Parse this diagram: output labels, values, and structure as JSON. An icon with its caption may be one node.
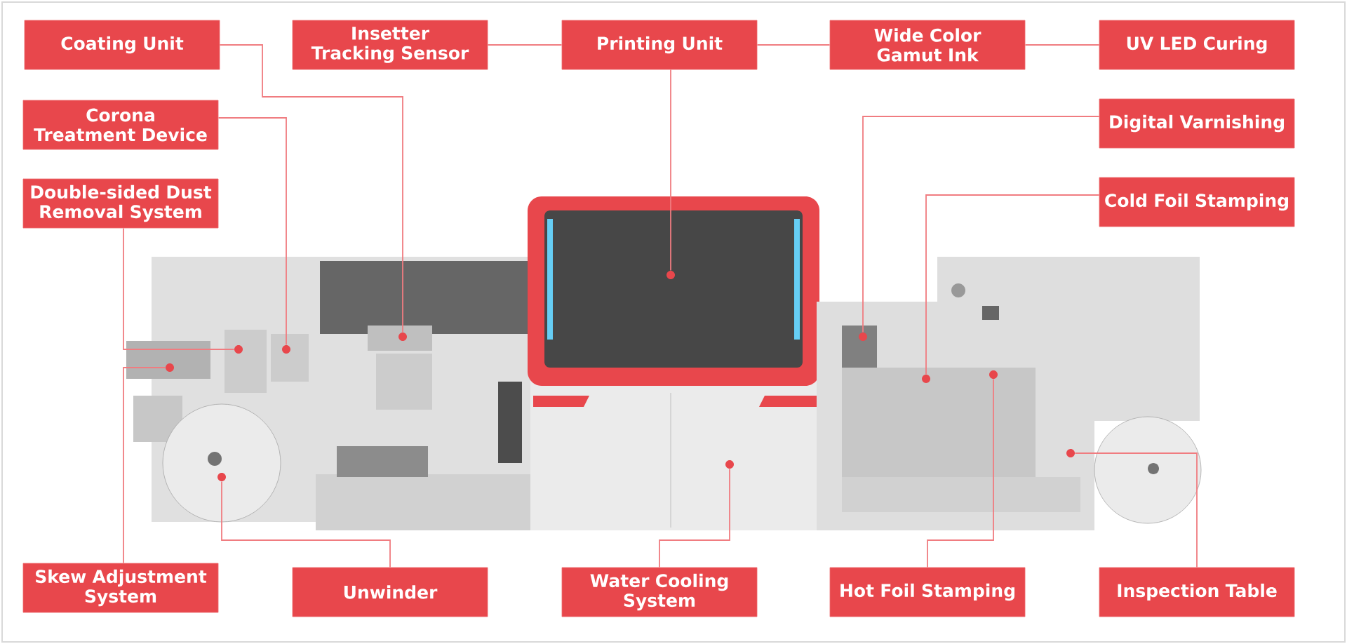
{
  "diagram": {
    "nodes": [
      {
        "text": [
          "Coating Unit"
        ]
      },
      {
        "text": [
          "Insetter Tracking Sensor"
        ]
      },
      {
        "text": [
          "Printing Unit"
        ]
      },
      {
        "text": [
          "Wide Color Gamut Ink"
        ]
      },
      {
        "text": [
          "UV LED Curing"
        ]
      },
      {
        "text": [
          "Corona Treatment Device"
        ]
      },
      {
        "text": [
          "Double-sided Dust Removal System"
        ]
      },
      {
        "text": [
          "Digital Varnishing"
        ]
      },
      {
        "text": [
          "Cold Foil Stamping"
        ]
      },
      {
        "text": [
          "Skew Adjustment System"
        ]
      },
      {
        "text": [
          "Unwinder"
        ]
      },
      {
        "text": [
          "Water Cooling System"
        ]
      },
      {
        "text": [
          "Hot Foil Stamping"
        ]
      },
      {
        "text": [
          "Inspection Table"
        ]
      },
      {
        "text": [],
        "shape": "circle"
      },
      {
        "text": [],
        "shape": "circle"
      },
      {
        "text": [],
        "shape": "circle"
      },
      {
        "text": [],
        "shape": "circle"
      },
      {
        "text": [],
        "shape": "circle"
      },
      {
        "text": [],
        "shape": "circle"
      },
      {
        "text": [],
        "shape": "circle"
      },
      {
        "text": [],
        "shape": "circle"
      },
      {
        "text": [],
        "shape": "circle"
      },
      {
        "text": [],
        "shape": "circle"
      },
      {
        "text": [],
        "shape": "circle"
      }
    ],
    "edges": [
      {
        "from": 0,
        "to": 18,
        "arrow": "none"
      },
      {
        "from": 1,
        "to": 2,
        "arrow": "none"
      },
      {
        "from": 2,
        "to": 3,
        "arrow": "none"
      },
      {
        "from": 3,
        "to": 4,
        "arrow": "none"
      },
      {
        "from": 2,
        "to": 19,
        "arrow": "none"
      },
      {
        "from": 5,
        "to": 17,
        "arrow": "none"
      },
      {
        "from": 6,
        "to": 16,
        "arrow": "none"
      },
      {
        "from": 7,
        "to": 21,
        "arrow": "none"
      },
      {
        "from": 8,
        "to": 22,
        "arrow": "none"
      },
      {
        "from": 9,
        "to": 14,
        "arrow": "none"
      },
      {
        "from": 10,
        "to": 15,
        "arrow": "none"
      },
      {
        "from": 11,
        "to": 20,
        "arrow": "none"
      },
      {
        "from": 12,
        "to": 23,
        "arrow": "none"
      },
      {
        "from": 13,
        "to": 24,
        "arrow": "none"
      }
    ]
  }
}
